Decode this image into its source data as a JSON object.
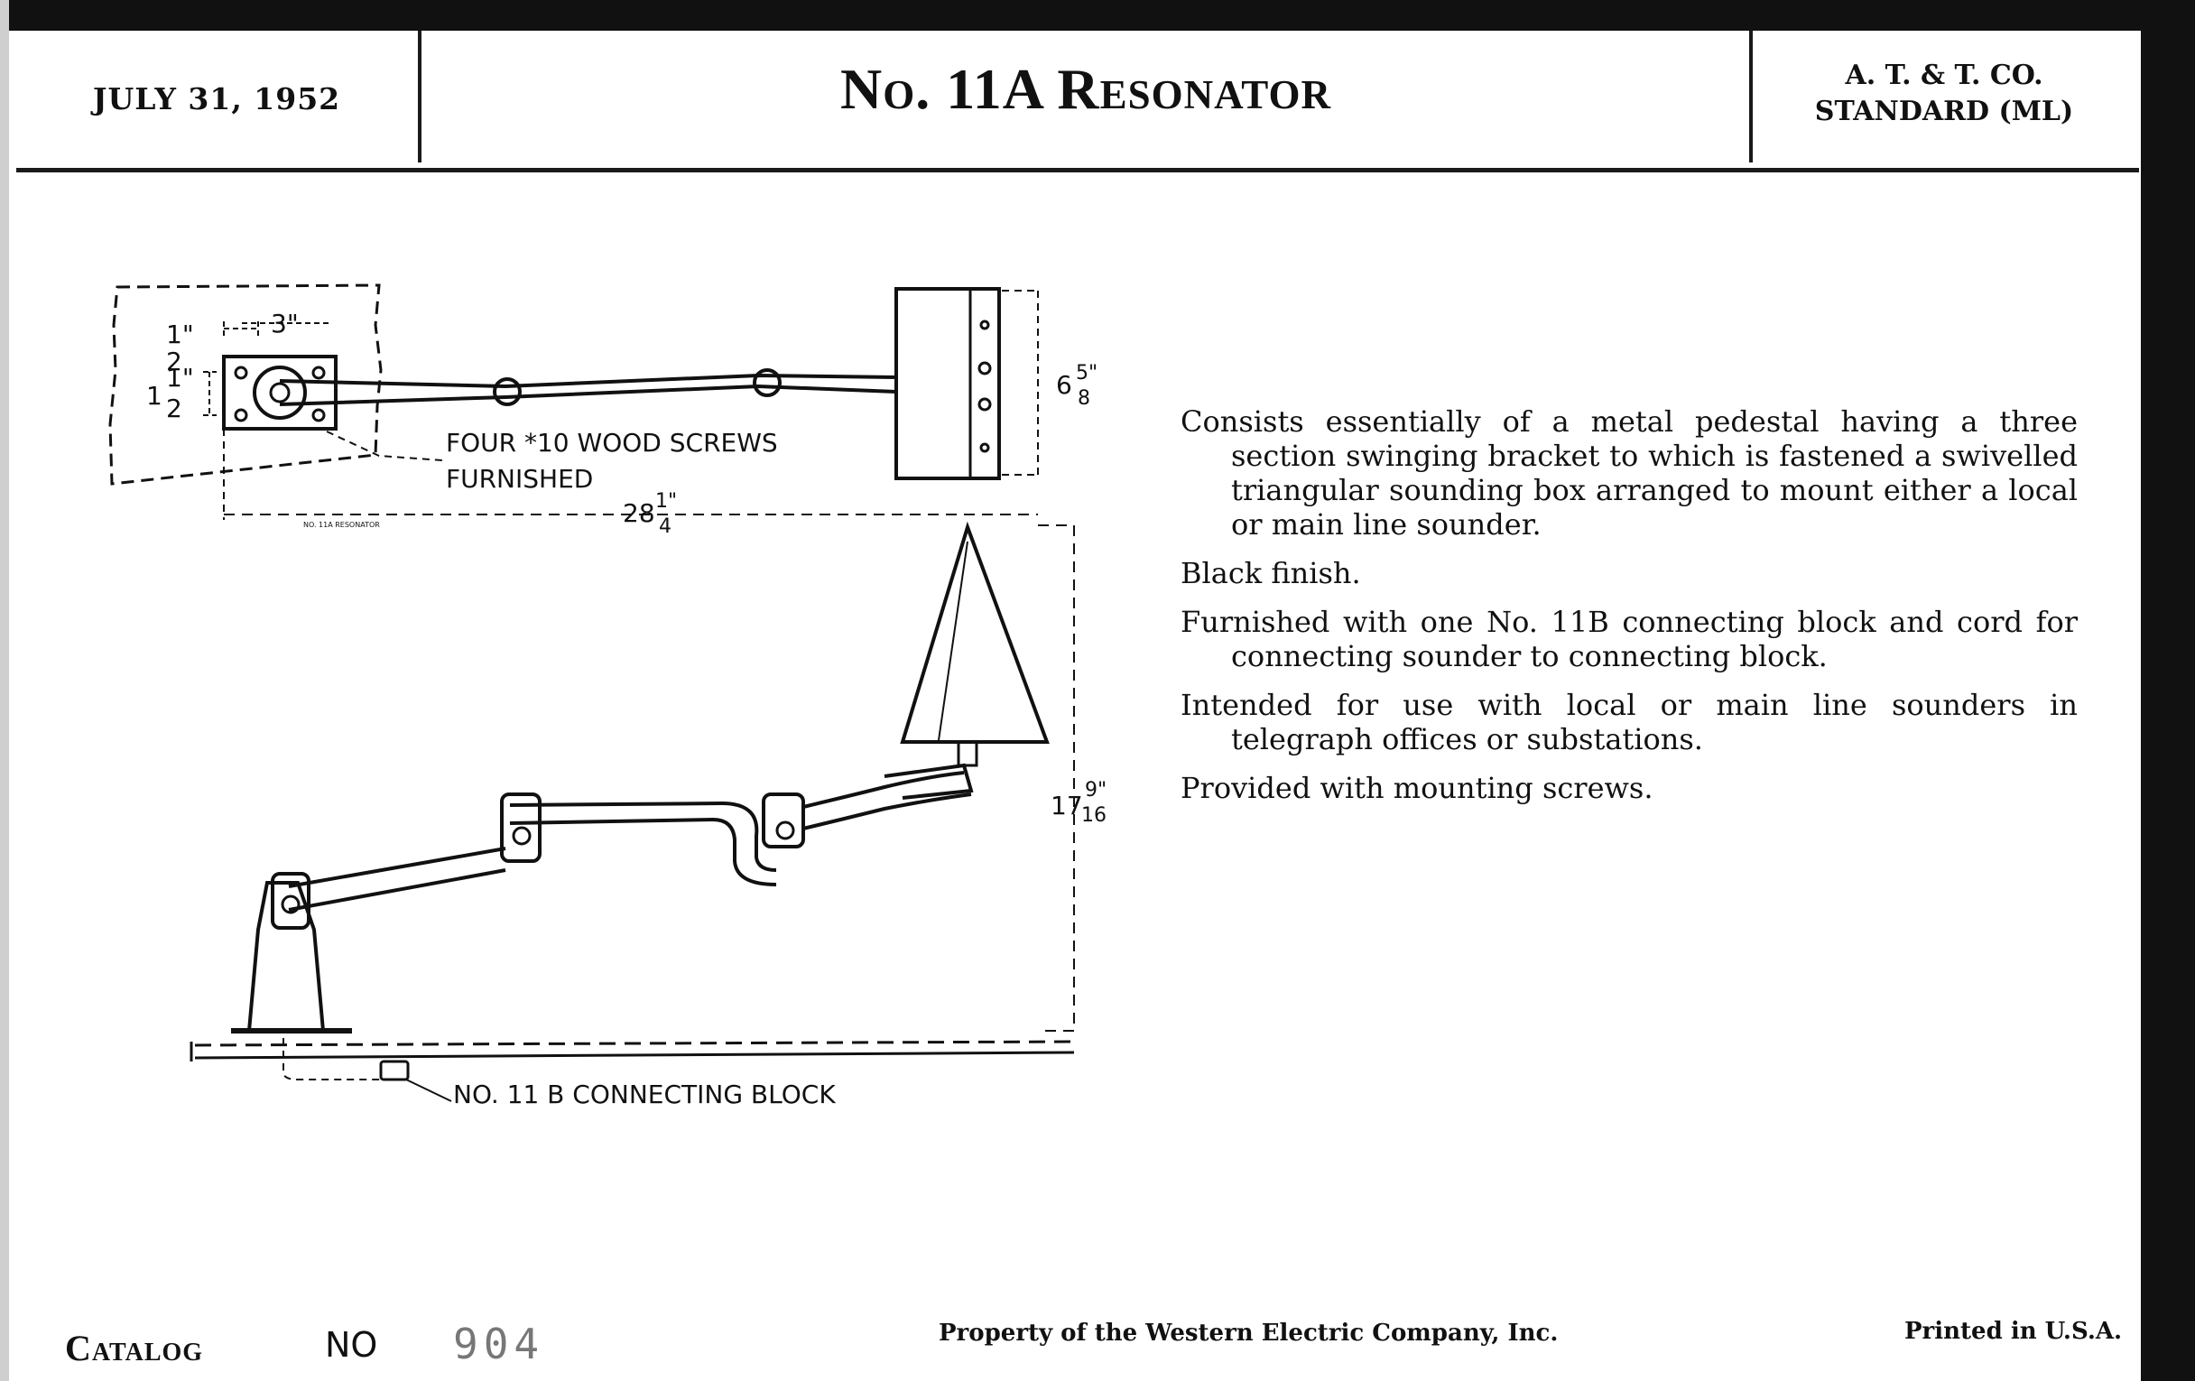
{
  "header": {
    "date": "JULY 31, 1952",
    "title": "No. 11A Resonator",
    "standard_line1": "A. T. & T. CO.",
    "standard_line2": "STANDARD (ML)"
  },
  "drawing": {
    "dims": {
      "half_num": "1\"",
      "half_den": "2",
      "three": "3\"",
      "one_half_whole": "1",
      "one_half_num": "1\"",
      "one_half_den": "2",
      "length_whole": "28",
      "length_num": "1\"",
      "length_den": "4",
      "box_whole": "6",
      "box_num": "5\"",
      "box_den": "8",
      "height_whole": "17",
      "height_num": "9\"",
      "height_den": "16"
    },
    "notes": {
      "screws_line1": "FOUR *10 WOOD SCREWS",
      "screws_line2": "FURNISHED",
      "small_label": "NO. 11A RESONATOR",
      "block": "NO. 11 B  CONNECTING BLOCK"
    }
  },
  "description": [
    "Consists essentially of a metal pedestal having a three section swinging bracket to which is fastened a swivelled triangular sounding box arranged to mount either a local or main line sounder.",
    "Black finish.",
    "Furnished with one No. 11B connecting block and cord for connecting sounder to connecting block.",
    "Intended for use with local or main line sounders in telegraph offices or substations.",
    "Provided with mounting screws."
  ],
  "footer": {
    "catalog_label": "Catalog",
    "no_label": "NO",
    "catalog_number": "904",
    "property": "Property of the Western Electric Company, Inc.",
    "printed": "Printed in U.S.A."
  }
}
